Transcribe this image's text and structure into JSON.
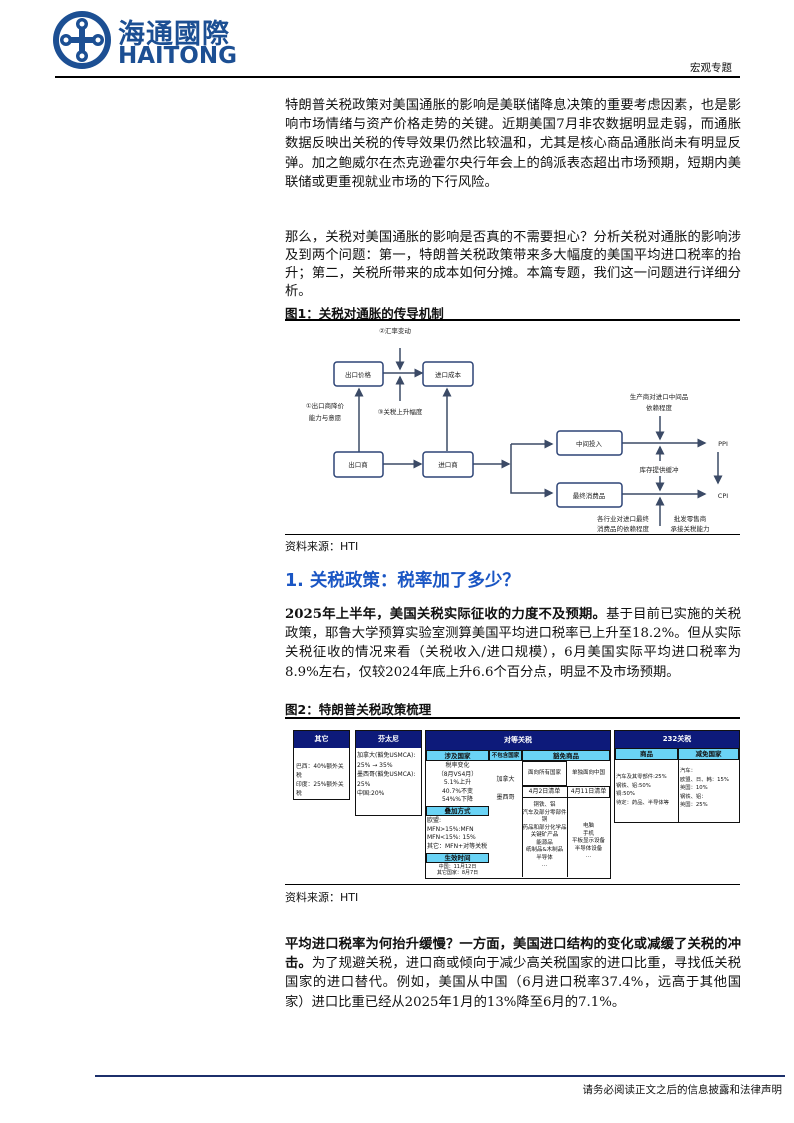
{
  "header": {
    "logo_cn": "海通國際",
    "logo_en": "HAITONG",
    "section": "宏观专题"
  },
  "p1": "特朗普关税政策对美国通胀的影响是美联储降息决策的重要考虑因素，也是影响市场情绪与资产价格走势的关键。近期美国7月非农数据明显走弱，而通胀数据反映出关税的传导效果仍然比较温和，尤其是核心商品通胀尚未有明显反弹。加之鲍威尔在杰克逊霍尔央行年会上的鸽派表态超出市场预期，短期内美联储或更重视就业市场的下行风险。",
  "p2": "那么，关税对美国通胀的影响是否真的不需要担心？分析关税对通胀的影响涉及到两个问题：第一，特朗普关税政策带来多大幅度的美国平均进口税率的抬升；第二，关税所带来的成本如何分摊。本篇专题，我们这一问题进行详细分析。",
  "fig1": {
    "title": "图1：关税对通胀的传导机制",
    "source": "资料来源：HTI",
    "nodes": {
      "export_price": "出口价格",
      "import_cost": "进口成本",
      "exporter": "出口商",
      "importer": "进口商",
      "intermediate": "中间投入",
      "final": "最终消费品",
      "ppi": "PPI",
      "cpi": "CPI"
    },
    "labels": {
      "fx": "②汇率变动",
      "tariff": "③关税上升幅度",
      "cut1": "①出口商降价",
      "cut2": "能力与意愿",
      "prod1": "生产商对进口中间品",
      "prod2": "依赖程度",
      "inv": "库存提供缓冲",
      "ind1": "各行业对进口最终",
      "ind2": "消费品的依赖程度",
      "ret1": "批发零售商",
      "ret2": "承接关税能力"
    }
  },
  "h1": "1. 关税政策：税率加了多少？",
  "p3_bold": "2025年上半年，美国关税实际征收的力度不及预期。",
  "p3": "基于目前已实施的关税政策，耶鲁大学预算实验室测算美国平均进口税率已上升至18.2%。但从实际关税征收的情况来看（关税收入/进口规模），6月美国实际平均进口税率为8.9%左右，仅较2024年底上升6.6个百分点，明显不及市场预期。",
  "fig2": {
    "title": "图2：特朗普关税政策梳理",
    "source": "资料来源：HTI",
    "other": {
      "hd": "其它",
      "l1": "巴西：40%额外关税",
      "l2": "印度：25%额外关税"
    },
    "fent": {
      "hd": "芬太尼",
      "lines": [
        "加拿大(豁免USMCA):",
        "25% → 35%",
        "墨西哥(豁免USMCA):",
        "25%",
        "中国:20%"
      ]
    },
    "recip": {
      "hd": "对等关税",
      "c1": "涉及国家",
      "c2": "不包含国家",
      "c3": "豁免商品",
      "rate": [
        "税率变化",
        "（8月VS4月）",
        "5.1%上升",
        "40.7%不变",
        "54%%下降"
      ],
      "stack_hd": "叠加方式",
      "stack": [
        "欧盟:",
        "MFN>15%:MFN",
        "MFN<15%: 15%",
        "其它：MFN+对等关税"
      ],
      "eff_hd": "生效时间",
      "eff": [
        "中国：11月12日",
        "其它国家：8月7日"
      ],
      "excl": [
        "加拿大",
        "墨西哥"
      ],
      "all": "面向所有国家",
      "china": "单独面向中国",
      "list1": "4月2日清单",
      "list2": "4月11日清单",
      "goods1": [
        "铜铁、铝",
        "汽车及部分零部件",
        "铜",
        "药品和部分化学品",
        "关键矿产品",
        "能源品",
        "纸制品&木制品",
        "半导体",
        "..."
      ],
      "goods2": [
        "电脑",
        "手机",
        "平板显示设备",
        "半导体设备",
        "..."
      ]
    },
    "s232": {
      "hd": "232关税",
      "c1": "商品",
      "c2": "减免国家",
      "goods": [
        "汽车及其零部件:25%",
        "钢铁、铝:50%",
        "铜:50%",
        "待定：药品、半导体等"
      ],
      "relief": [
        "汽车：",
        "欧盟、日、韩：15%",
        "英国：10%",
        "钢铁、铝：",
        "英国：25%"
      ]
    }
  },
  "p4_bold": "平均进口税率为何抬升缓慢？一方面，美国进口结构的变化或减缓了关税的冲击。",
  "p4": "为了规避关税，进口商或倾向于减少高关税国家的进口比重，寻找低关税国家的进口替代。例如，美国从中国（6月进口税率37.4%，远高于其他国家）进口比重已经从2025年1月的13%降至6月的7.1%。",
  "footer": "请务必阅读正文之后的信息披露和法律声明"
}
